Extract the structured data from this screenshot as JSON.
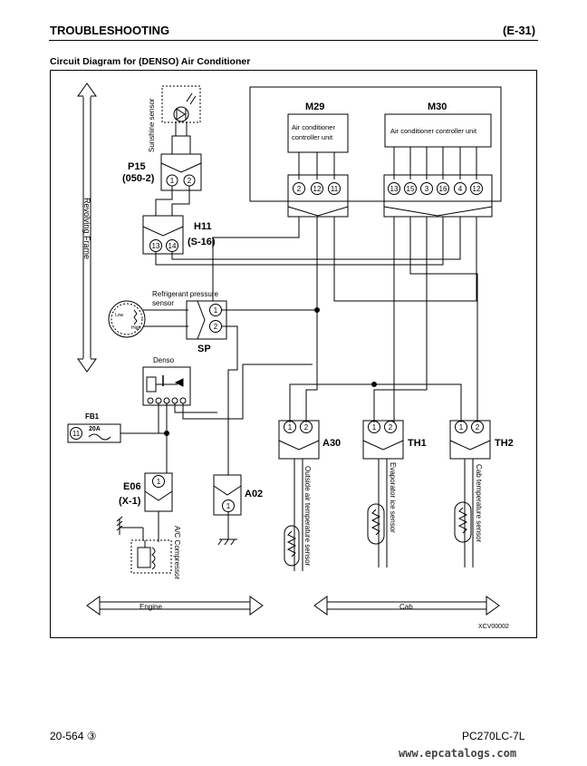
{
  "header": {
    "title": "TROUBLESHOOTING",
    "code": "(E-31)"
  },
  "subtitle": "Circuit Diagram for (DENSO) Air Conditioner",
  "frame_labels": {
    "revolving": "Revolving Frame",
    "engine": "Engine",
    "cab": "Cab",
    "figure_id": "XCV00002"
  },
  "components": {
    "m29": {
      "id": "M29",
      "name_line1": "Air conditioner",
      "name_line2": "controller unit",
      "pins": [
        "2",
        "12",
        "11"
      ]
    },
    "m30": {
      "id": "M30",
      "name": "Air conditioner controller unit",
      "pins": [
        "13",
        "15",
        "3",
        "16",
        "4",
        "12"
      ]
    },
    "p15": {
      "id": "P15",
      "sub": "(050-2)",
      "pins": [
        "1",
        "2"
      ]
    },
    "sunshine": {
      "label": "Sunshine sensor"
    },
    "h11": {
      "id": "H11",
      "sub": "(S-16)",
      "pins": [
        "13",
        "14"
      ]
    },
    "refrigerant": {
      "line1": "Refrigerant pressure",
      "line2": "sensor",
      "low": "Low",
      "high": "High"
    },
    "sp": {
      "id": "SP",
      "pins": [
        "1",
        "2"
      ]
    },
    "denso": {
      "label": "Denso"
    },
    "fb1": {
      "id": "FB1",
      "pin": "11",
      "rating": "20A"
    },
    "e06": {
      "id": "E06",
      "sub": "(X-1)",
      "pin": "1"
    },
    "compressor": {
      "label": "A/C Compressor"
    },
    "a02": {
      "id": "A02",
      "pin": "1"
    },
    "a30": {
      "id": "A30",
      "pins": [
        "1",
        "2"
      ],
      "label": "Outside air temperature sensor"
    },
    "th1": {
      "id": "TH1",
      "pins": [
        "1",
        "2"
      ],
      "label": "Evaporator ice sensor"
    },
    "th2": {
      "id": "TH2",
      "pins": [
        "1",
        "2"
      ],
      "label": "Cab temperature sensor"
    }
  },
  "footer": {
    "page": "20-564 ③",
    "model": "PC270LC-7L",
    "watermark": "www.epcatalogs.com"
  }
}
